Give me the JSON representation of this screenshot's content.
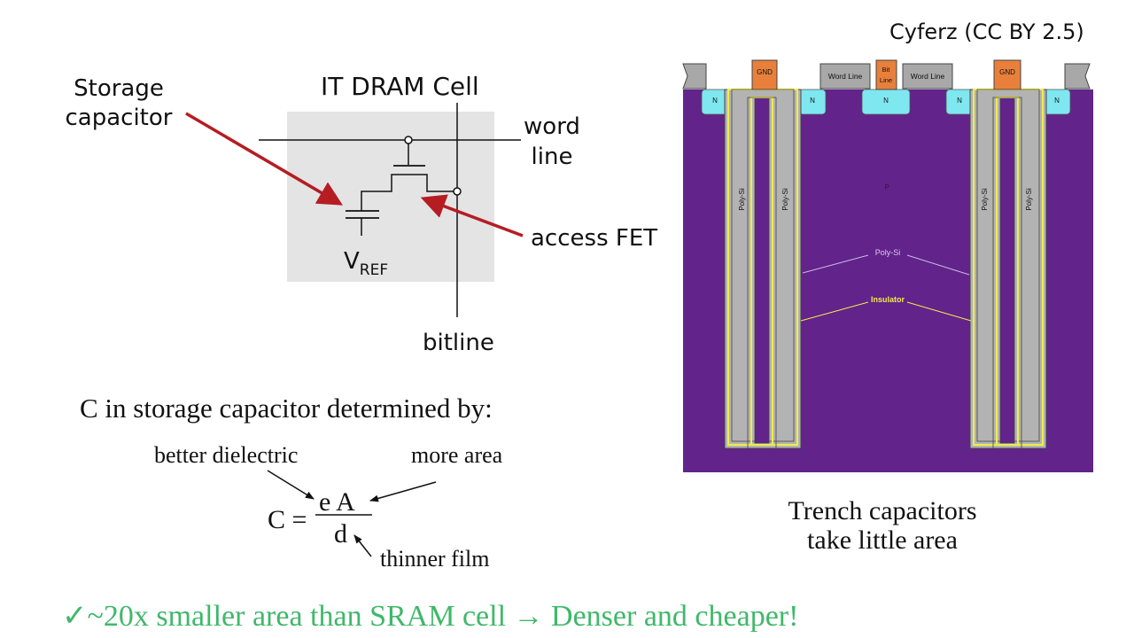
{
  "attribution": "Cyferz (CC BY 2.5)",
  "dram_cell": {
    "title": "IT DRAM Cell",
    "storage_label_line1": "Storage",
    "storage_label_line2": "capacitor",
    "word_label_line1": "word",
    "word_label_line2": "line",
    "access_fet_label": "access FET",
    "bitline_label": "bitline",
    "vref_main": "V",
    "vref_sub": "REF"
  },
  "formula": {
    "heading": "C in storage capacitor determined by:",
    "better_dielectric": "better dielectric",
    "more_area": "more area",
    "lhs": "C =",
    "numerator": "e A",
    "denominator": "d",
    "thinner_film": "thinner film"
  },
  "trench": {
    "gnd_left": "GND",
    "word_line_left": "Word Line",
    "bit_line_1": "Bit",
    "bit_line_2": "Line",
    "word_line_right": "Word Line",
    "gnd_right": "GND",
    "n_label": "N",
    "p_label": "P",
    "poly_si_vertical": "Poly-Si",
    "poly_si_callout": "Poly-Si",
    "insulator_callout": "Insulator",
    "caption_line1": "Trench capacitors",
    "caption_line2": "take little area"
  },
  "bottom_line": "✓~20x smaller area than SRAM cell → Denser and cheaper!",
  "colors": {
    "arrow_red": "#b51d23",
    "substrate_purple": "#62238a",
    "n_cyan": "#7fe7f0",
    "contact_orange": "#e8803b",
    "wordline_gray": "#a8a8a8",
    "poly_gray": "#b3b3b3",
    "insulator_yellow": "#f1ec4a",
    "green_text": "#3fb86a"
  }
}
